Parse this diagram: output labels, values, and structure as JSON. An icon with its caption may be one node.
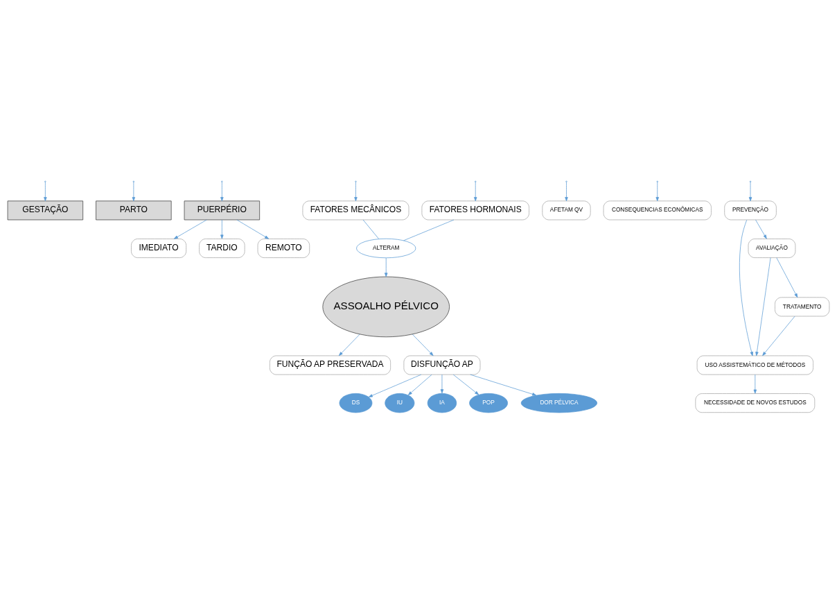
{
  "diagram": {
    "nodes": [
      {
        "text": [
          "GESTAÇÃO"
        ]
      },
      {
        "text": [
          "PARTO"
        ]
      },
      {
        "text": [
          "PUERPÉRIO"
        ]
      },
      {
        "text": [
          "IMEDIATO"
        ]
      },
      {
        "text": [
          "TARDIO"
        ]
      },
      {
        "text": [
          "REMOTO"
        ]
      },
      {
        "text": [
          "FATORES HORMONAIS"
        ]
      },
      {
        "text": [
          "FATORES MECÂNICOS"
        ]
      },
      {
        "text": [
          "ALTERAM"
        ]
      },
      {
        "text": [
          "ASSOALHO PÉLVICO"
        ]
      },
      {
        "text": [
          "FUNÇÃO AP PRESERVADA"
        ]
      },
      {
        "text": [
          "DISFUNÇÃO AP"
        ]
      },
      {
        "text": [
          "DS"
        ]
      },
      {
        "text": [
          "IU"
        ]
      },
      {
        "text": [
          "IA"
        ]
      },
      {
        "text": [
          "POP"
        ]
      },
      {
        "text": [
          "DOR PÉLVICA"
        ]
      },
      {
        "text": [
          "AFETAM QV"
        ]
      },
      {
        "text": [
          "CONSEQUENCIAS ECONÔMICAS"
        ]
      },
      {
        "text": [
          "NECESSIDADE DE NOVOS ESTUDOS"
        ]
      },
      {
        "text": [
          "USO ASSISTEMÁTICO DE MÉTODOS"
        ]
      },
      {
        "text": [
          "TRATAMENTO"
        ]
      },
      {
        "text": [
          "AVALIAÇÃO"
        ]
      },
      {
        "text": [
          "PREVENÇÃO"
        ]
      }
    ],
    "edges": [
      {
        "from": null,
        "to": 0,
        "arrow": "to"
      },
      {
        "from": null,
        "to": 1,
        "arrow": "to"
      },
      {
        "from": null,
        "to": 2,
        "arrow": "to"
      },
      {
        "from": null,
        "to": 6,
        "arrow": "to"
      },
      {
        "from": null,
        "to": 7,
        "arrow": "to"
      },
      {
        "from": 2,
        "to": 3,
        "arrow": "to"
      },
      {
        "from": 2,
        "to": 4,
        "arrow": "to"
      },
      {
        "from": 2,
        "to": 5,
        "arrow": "to"
      },
      {
        "from": 6,
        "to": 8,
        "arrow": "none"
      },
      {
        "from": 7,
        "to": 8,
        "arrow": "none"
      },
      {
        "from": 8,
        "to": 9,
        "arrow": "to"
      },
      {
        "from": 9,
        "to": 10,
        "arrow": "to"
      },
      {
        "from": 9,
        "to": 11,
        "arrow": "to"
      },
      {
        "from": 11,
        "to": 12,
        "arrow": "to"
      },
      {
        "from": 11,
        "to": 13,
        "arrow": "to"
      },
      {
        "from": 11,
        "to": 14,
        "arrow": "to"
      },
      {
        "from": 11,
        "to": 15,
        "arrow": "to"
      },
      {
        "from": 11,
        "to": 16,
        "arrow": "to"
      },
      {
        "from": null,
        "to": 17,
        "arrow": "to"
      },
      {
        "from": null,
        "to": 18,
        "arrow": "to"
      },
      {
        "from": null,
        "to": 23,
        "arrow": "to"
      },
      {
        "from": 23,
        "to": 22,
        "arrow": "to"
      },
      {
        "from": 22,
        "to": 21,
        "arrow": "to"
      },
      {
        "from": 21,
        "to": 20,
        "arrow": "to"
      },
      {
        "from": 22,
        "to": 20,
        "arrow": "to"
      },
      {
        "from": 23,
        "to": 20,
        "arrow": "to"
      },
      {
        "from": 20,
        "to": 19,
        "arrow": "to"
      }
    ]
  }
}
